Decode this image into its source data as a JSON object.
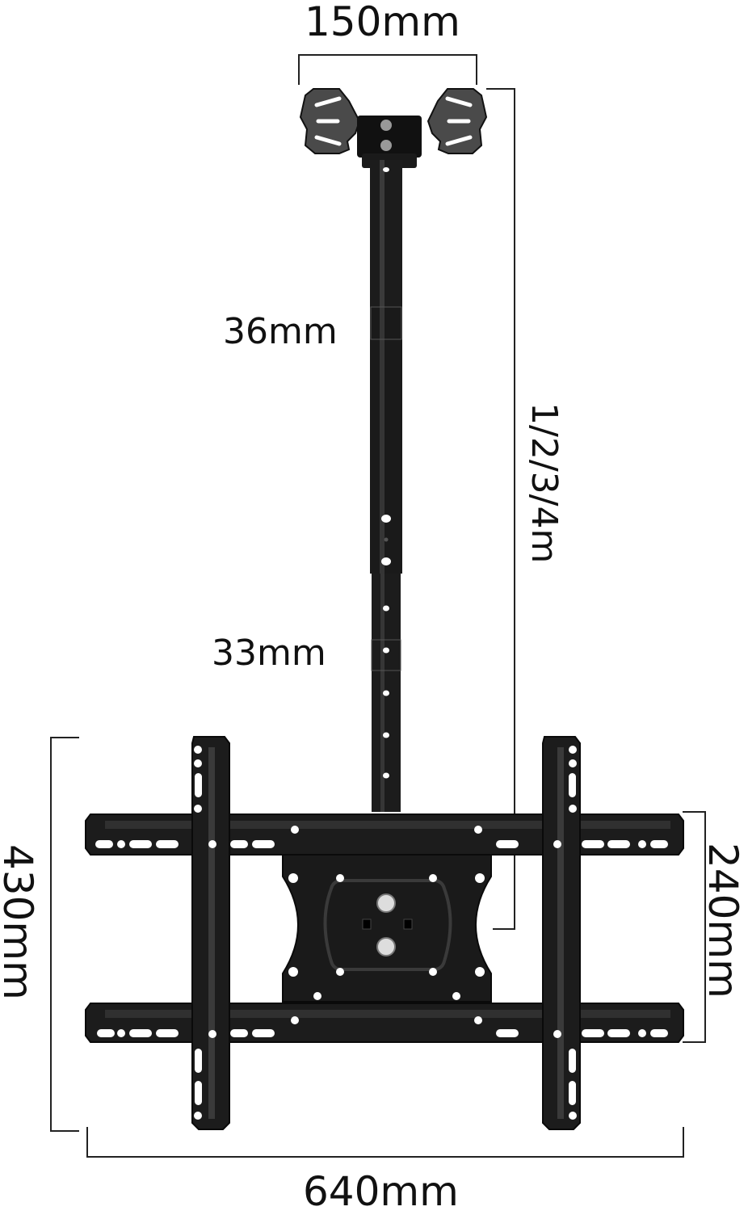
{
  "diagram": {
    "subject": "Ceiling TV mount with telescopic pole",
    "colors": {
      "background": "#ffffff",
      "metal": "#1c1c1c",
      "metal_highlight": "#3a3a3a",
      "plate_gray": "#4a4a4a",
      "dimension_line": "#222222",
      "text": "#111111"
    },
    "dimensions": {
      "ceiling_plate_width": "150mm",
      "upper_pole_diameter": "36mm",
      "lower_pole_diameter": "33mm",
      "pole_length_options": "1/2/3/4m",
      "bracket_height": "430mm",
      "rail_spacing": "240mm",
      "bracket_width": "640mm"
    },
    "parts": [
      {
        "name": "ceiling-plate",
        "label": "Ceiling bracket with two winged plates"
      },
      {
        "name": "upper-pole",
        "label": "Outer tube 36mm"
      },
      {
        "name": "lower-pole",
        "label": "Inner tube 33mm with adjustment holes"
      },
      {
        "name": "vesa-plate",
        "label": "Center tilt/swivel plate"
      },
      {
        "name": "horizontal-rails",
        "label": "Two horizontal rails"
      },
      {
        "name": "vertical-arms",
        "label": "Two vertical TV arms"
      }
    ]
  }
}
